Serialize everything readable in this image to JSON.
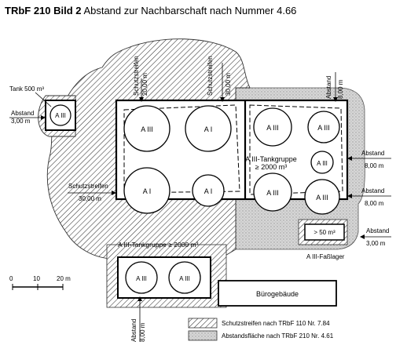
{
  "title": {
    "code": "TRbF 210 Bild 2",
    "text": "Abstand zur Nachbarschaft nach Nummer 4.66"
  },
  "tanks": {
    "a3_1": "A III",
    "a1_1": "A I",
    "a1_2": "A I",
    "a1_3": "A I",
    "r_a3_1": "A III",
    "r_a3_2": "A III",
    "r_a3_3": "A III",
    "r_a3_4": "A III",
    "r_a3_5": "A III",
    "small": "A III",
    "b_a3_1": "A III",
    "b_a3_2": "A III"
  },
  "labels": {
    "tank500": "Tank 500 m³",
    "abstand": "Abstand",
    "d300": "3,00 m",
    "d800": "8,00 m",
    "schutzstreifen": "Schutzstreifen",
    "d2000": "20,00 m",
    "d3000": "30,00 m",
    "tankgruppe_a": "A III-Tankgruppe",
    "tankgruppe_b": "≥ 2000 m³",
    "tankgruppe_bottom": "A III-Tankgruppe ≥ 2000 m³",
    "fasslager_box": "> 50 m³",
    "fasslager": "A III-Faßlager",
    "buero": "Bürogebäude"
  },
  "scale": {
    "ticks": [
      "0",
      "10",
      "20 m"
    ]
  },
  "legend": {
    "hatch": "Schutzstreifen nach TRbF 110 Nr. 7.84",
    "dots": "Abstandsfläche nach TRbF 210 Nr. 4.61"
  }
}
